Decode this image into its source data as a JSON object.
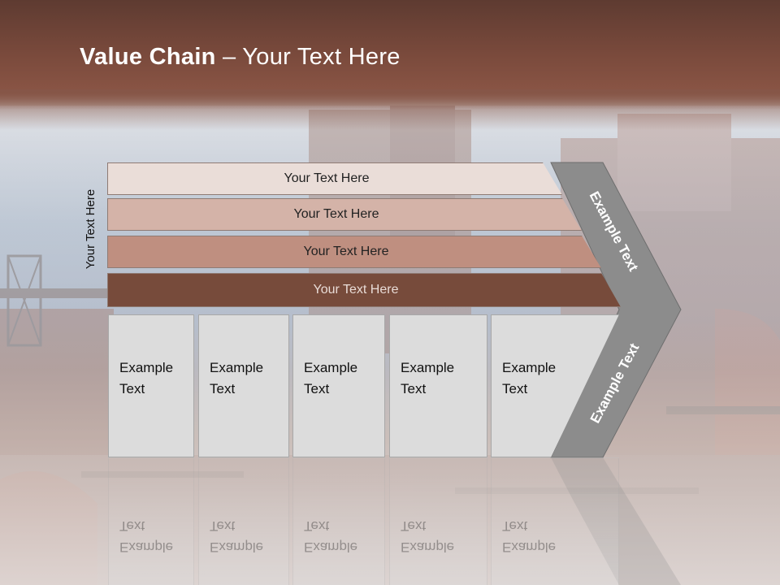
{
  "slide": {
    "title_bold": "Value Chain",
    "title_rest": " – Your Text Here",
    "side_label": "Your Text Here"
  },
  "bars": [
    {
      "label": "Your Text Here",
      "color": "#eaddd8"
    },
    {
      "label": "Your Text Here",
      "color": "#d4b3a8"
    },
    {
      "label": "Your Text Here",
      "color": "#bf8f80"
    },
    {
      "label": "Your Text Here",
      "color": "#774b3b"
    }
  ],
  "boxes": [
    {
      "line1": "Example",
      "line2": "Text"
    },
    {
      "line1": "Example",
      "line2": "Text"
    },
    {
      "line1": "Example",
      "line2": "Text"
    },
    {
      "line1": "Example",
      "line2": "Text"
    },
    {
      "line1": "Example",
      "line2": "Text"
    }
  ],
  "chevron": {
    "upper_text": "Example Text",
    "lower_text": "Example Text",
    "color": "#8c8c8c"
  },
  "colors": {
    "header": "#7a4a3c",
    "box_fill": "#dcdcdc"
  }
}
